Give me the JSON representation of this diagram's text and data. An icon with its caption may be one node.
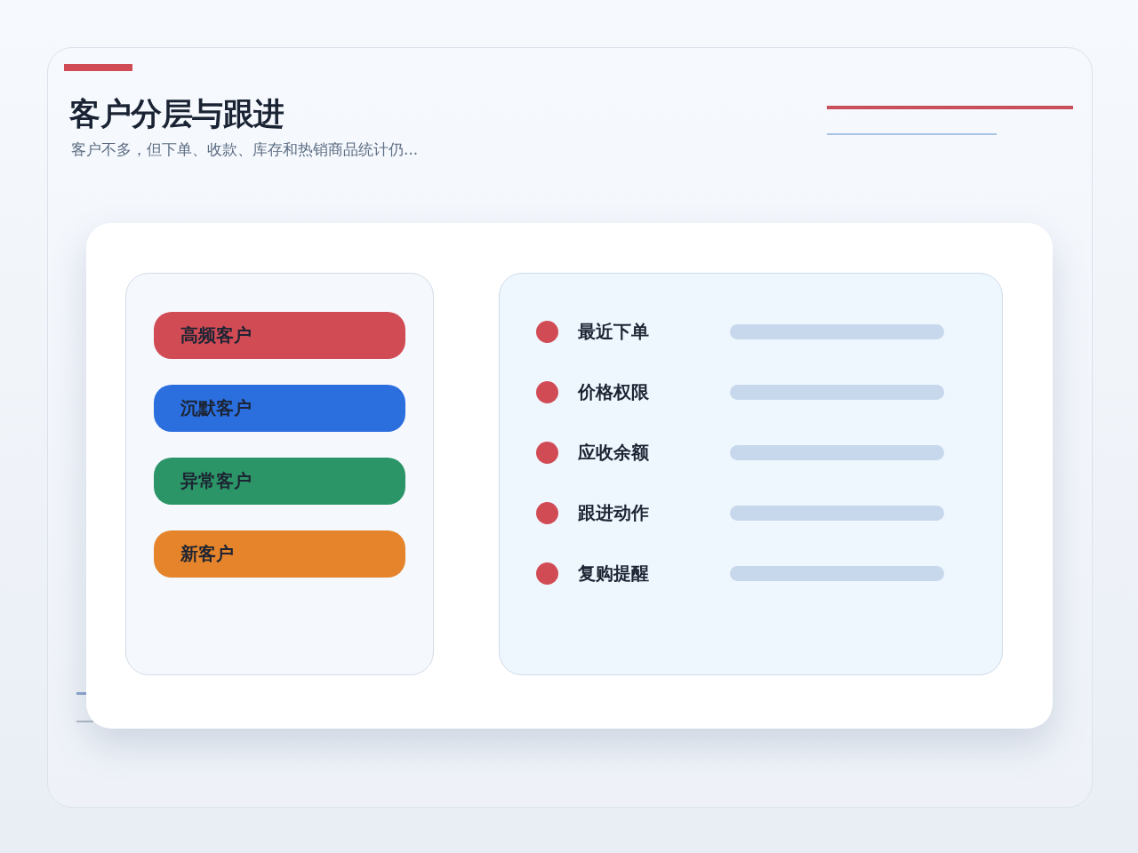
{
  "diagram": {
    "title": "客户分层与跟进",
    "nodes": [
      {
        "text": [],
        "shape": "box"
      },
      {
        "text": [],
        "shape": "box",
        "in": 0
      },
      {
        "text": [
          "高频客户"
        ],
        "in": 1
      },
      {
        "text": [
          "沉默客户"
        ],
        "in": 1
      },
      {
        "text": [
          "异常客户"
        ],
        "in": 1
      },
      {
        "text": [
          "新客户"
        ],
        "in": 1
      },
      {
        "text": [],
        "shape": "box",
        "in": 0
      }
    ],
    "labels": [
      "客户不多，但下单、收款、库存和热销商品统计仍...",
      "最近下单",
      "价格权限",
      "应收余额",
      "跟进动作",
      "复购提醒"
    ]
  }
}
